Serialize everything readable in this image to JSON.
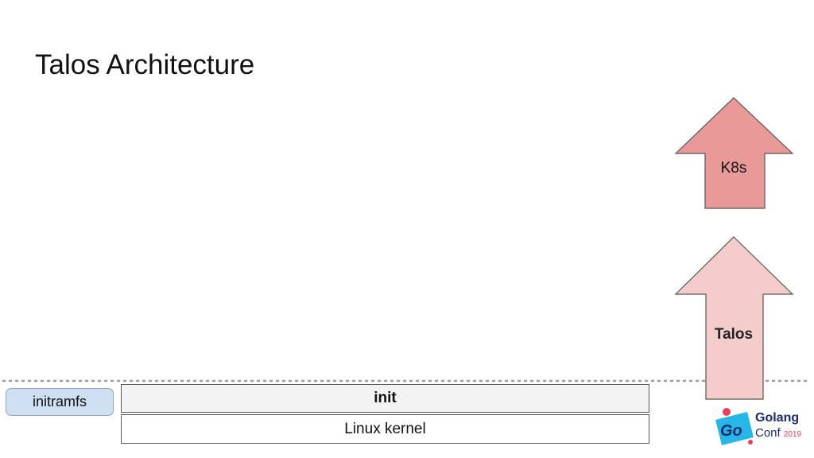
{
  "title": "Talos Architecture",
  "layers": {
    "initramfs": "initramfs",
    "init": "init",
    "kernel": "Linux kernel"
  },
  "arrows": {
    "k8s": "K8s",
    "talos": "Talos"
  },
  "logo": {
    "line1": "Golang",
    "line2": "Conf",
    "year": "2019",
    "mark": "Go"
  },
  "colors": {
    "k8s_arrow": "#ea9999",
    "talos_arrow": "#f4cccc",
    "initramfs_fill": "#cfe0f3",
    "init_fill": "#f3f3f3"
  }
}
